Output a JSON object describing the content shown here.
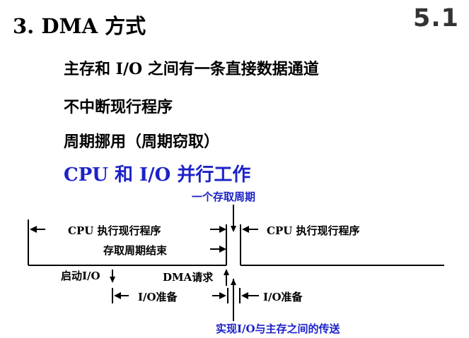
{
  "slide": {
    "title": "3. DMA 方式",
    "number": "5.1",
    "bullets": [
      "主存和 I/O 之间有一条直接数据通道",
      "不中断现行程序",
      "周期挪用（周期窃取）",
      "CPU 和 I/O 并行工作"
    ]
  },
  "diagram": {
    "top_label": "一个存取周期",
    "cpu_left": "CPU  执行现行程序",
    "cpu_right": "CPU  执行现行程序",
    "cycle_end": "存取周期结束",
    "start_io": "启动I/O",
    "dma_request": "DMA请求",
    "io_prep_left": "I/O准备",
    "io_prep_right": "I/O准备",
    "bottom_label": "实现I/O与主存之间的传送"
  },
  "colors": {
    "accent_blue": "#1d22c8",
    "text": "#000000"
  }
}
